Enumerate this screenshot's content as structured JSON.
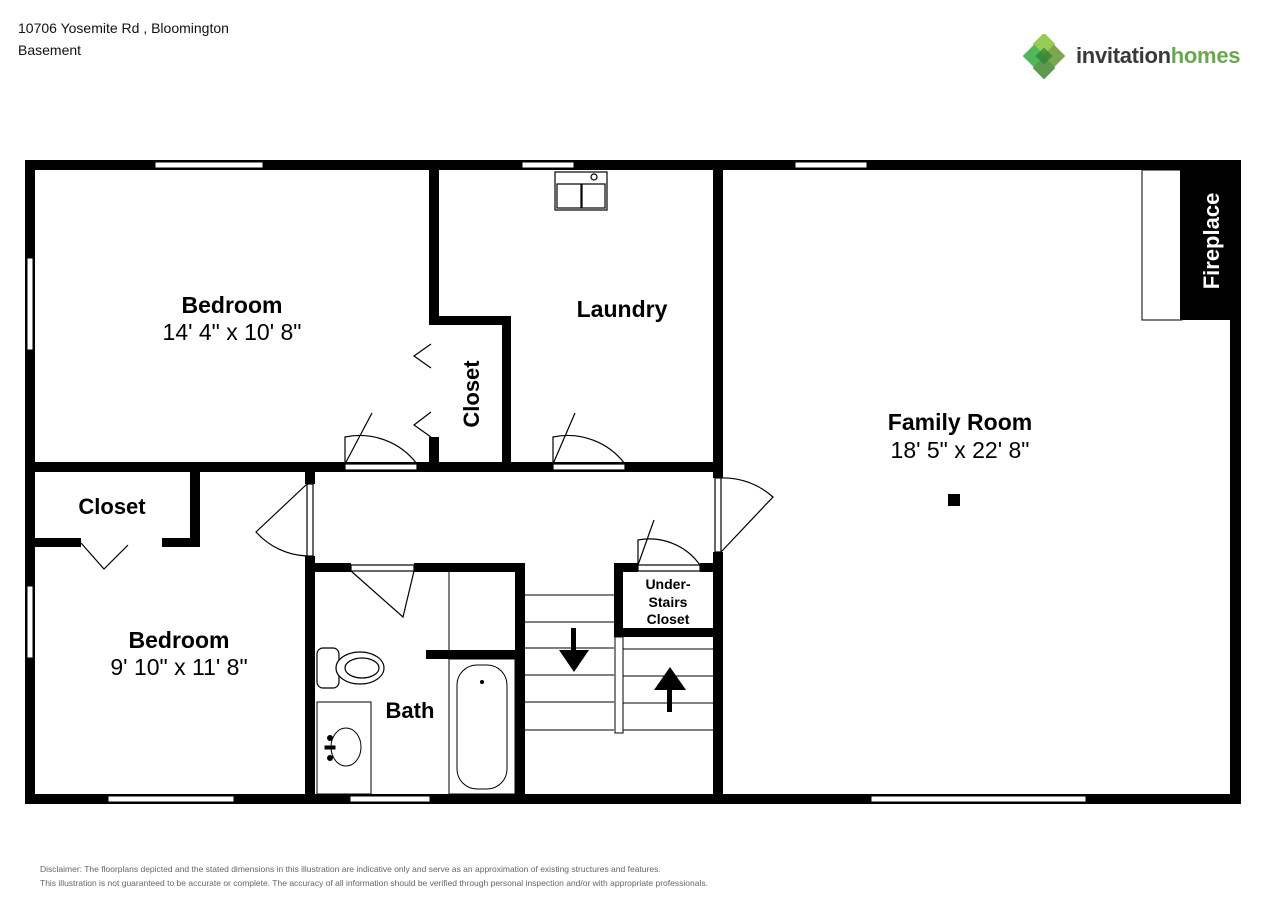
{
  "header": {
    "address": "10706 Yosemite Rd , Bloomington",
    "level": "Basement"
  },
  "logo": {
    "text_regular": "invitation",
    "text_bold": "homes",
    "icon": "diamond-cluster-icon",
    "colors": [
      "#8cc63f",
      "#3fae49",
      "#6d9e3b",
      "#4b8f3a"
    ]
  },
  "rooms": {
    "bedroom1": {
      "name": "Bedroom",
      "dims": "14' 4\" x 10' 8\""
    },
    "bedroom2": {
      "name": "Bedroom",
      "dims": "9' 10\" x 11' 8\""
    },
    "laundry": {
      "name": "Laundry"
    },
    "family": {
      "name": "Family Room",
      "dims": "18' 5\" x 22' 8\""
    },
    "closet_top": {
      "name": "Closet"
    },
    "closet_left": {
      "name": "Closet"
    },
    "bath": {
      "name": "Bath"
    },
    "fireplace": {
      "name": "Fireplace"
    },
    "understairs": {
      "line1": "Under-",
      "line2": "Stairs",
      "line3": "Closet"
    }
  },
  "disclaimer": {
    "line1": "Disclaimer: The floorplans depicted and the stated dimensions in this illustration are indicative only and serve as an approximation of existing structures and features.",
    "line2": "This illustration is not guaranteed to be accurate or complete. The accuracy of all information should be verified through personal inspection and/or with appropriate professionals."
  }
}
